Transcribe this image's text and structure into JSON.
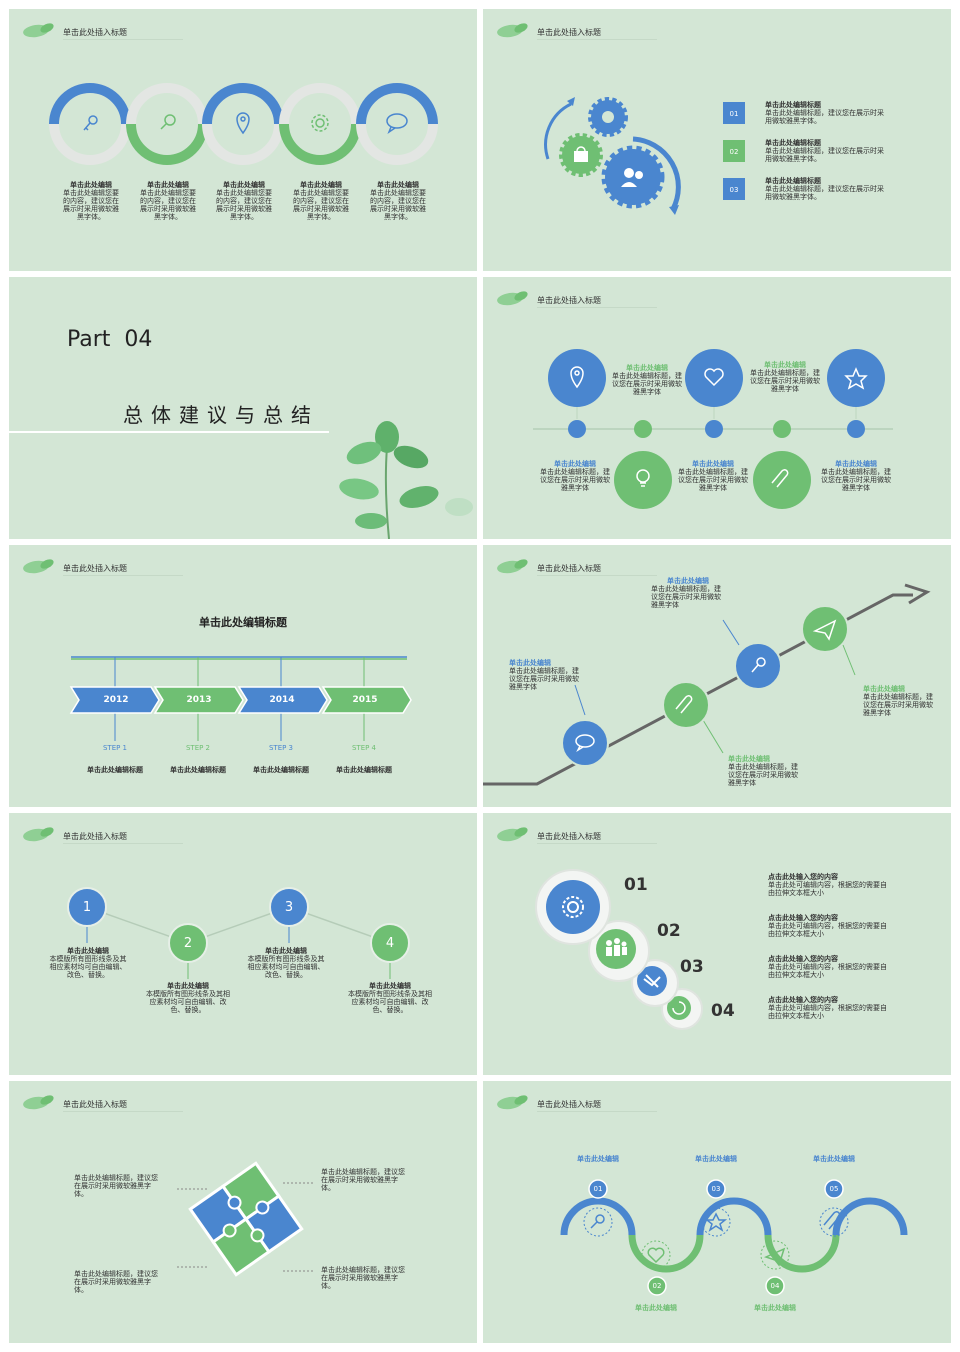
{
  "header": "单击此处插入标题",
  "s1": {
    "items": [
      {
        "title": "单击此处编辑",
        "text": "单击此处编辑您要的内容，建议您在展示时采用微软雅黑字体。"
      },
      {
        "title": "单击此处编辑",
        "text": "单击此处编辑您要的内容，建议您在展示时采用微软雅黑字体。"
      },
      {
        "title": "单击此处编辑",
        "text": "单击此处编辑您要的内容，建议您在展示时采用微软雅黑字体。"
      },
      {
        "title": "单击此处编辑",
        "text": "单击此处编辑您要的内容，建议您在展示时采用微软雅黑字体。"
      },
      {
        "title": "单击此处编辑",
        "text": "单击此处编辑您要的内容，建议您在展示时采用微软雅黑字体。"
      }
    ],
    "colors": {
      "blue": "#4a86cf",
      "green": "#6fbf73",
      "grey": "#e3e6e3"
    }
  },
  "s2": {
    "items": [
      {
        "num": "01",
        "title": "单击此处编辑标题",
        "text": "单击此处编辑标题，建议您在展示时采用微软雅黑字体。"
      },
      {
        "num": "02",
        "title": "单击此处编辑标题",
        "text": "单击此处编辑标题，建议您在展示时采用微软雅黑字体。"
      },
      {
        "num": "03",
        "title": "单击此处编辑标题",
        "text": "单击此处编辑标题，建议您在展示时采用微软雅黑字体。"
      }
    ]
  },
  "s3": {
    "part": "Part  04",
    "subtitle": "总体建议与总结"
  },
  "s4": {
    "top": [
      {
        "title": "单击此处编辑",
        "text": "单击此处编辑标题，建议您在展示时采用微软雅黑字体"
      },
      {
        "title": "单击此处编辑",
        "text": "单击此处编辑标题，建议您在展示时采用微软雅黑字体"
      }
    ],
    "bottom": [
      {
        "title": "单击此处编辑",
        "text": "单击此处编辑标题，建议您在展示时采用微软雅黑字体"
      },
      {
        "title": "单击此处编辑",
        "text": "单击此处编辑标题，建议您在展示时采用微软雅黑字体"
      },
      {
        "title": "单击此处编辑",
        "text": "单击此处编辑标题，建议您在展示时采用微软雅黑字体"
      }
    ]
  },
  "s5": {
    "title": "单击此处编辑标题",
    "years": [
      "2012",
      "2013",
      "2014",
      "2015"
    ],
    "steps": [
      "STEP 1",
      "STEP 2",
      "STEP 3",
      "STEP 4"
    ],
    "labels": [
      "单击此处编辑标题",
      "单击此处编辑标题",
      "单击此处编辑标题",
      "单击此处编辑标题"
    ]
  },
  "s6": {
    "items": [
      {
        "title": "单击此处编辑",
        "text": "单击此处编辑标题，建议您在展示时采用微软雅黑字体"
      },
      {
        "title": "单击此处编辑",
        "text": "单击此处编辑标题，建议您在展示时采用微软雅黑字体"
      },
      {
        "title": "单击此处编辑",
        "text": "单击此处编辑标题，建议您在展示时采用微软雅黑字体"
      },
      {
        "title": "单击此处编辑",
        "text": "单击此处编辑标题，建议您在展示时采用微软雅黑字体"
      }
    ]
  },
  "s7": {
    "nums": [
      "1",
      "2",
      "3",
      "4"
    ],
    "items": [
      {
        "title": "单击此处编辑",
        "text": "本模版所有图形线条及其相应素材均可自由编辑、改色、替换。"
      },
      {
        "title": "单击此处编辑",
        "text": "本模版所有图形线条及其相应素材均可自由编辑、改色、替换。"
      },
      {
        "title": "单击此处编辑",
        "text": "本模版所有图形线条及其相应素材均可自由编辑、改色、替换。"
      },
      {
        "title": "单击此处编辑",
        "text": "本模版所有图形线条及其相应素材均可自由编辑、改色、替换。"
      }
    ]
  },
  "s8": {
    "nums": [
      "01",
      "02",
      "03",
      "04"
    ],
    "items": [
      {
        "title": "点击此处输入您的内容",
        "text": "单击此处可编辑内容，根据您的需要自由拉伸文本框大小"
      },
      {
        "title": "点击此处输入您的内容",
        "text": "单击此处可编辑内容，根据您的需要自由拉伸文本框大小"
      },
      {
        "title": "点击此处输入您的内容",
        "text": "单击此处可编辑内容，根据您的需要自由拉伸文本框大小"
      },
      {
        "title": "点击此处输入您的内容",
        "text": "单击此处可编辑内容，根据您的需要自由拉伸文本框大小"
      }
    ]
  },
  "s9": {
    "texts": [
      "单击此处编辑标题，建议您在展示时采用微软雅黑字体。",
      "单击此处编辑标题，建议您在展示时采用微软雅黑字体。",
      "单击此处编辑标题，建议您在展示时采用微软雅黑字体。",
      "单击此处编辑标题，建议您在展示时采用微软雅黑字体。"
    ]
  },
  "s10": {
    "nums": [
      "01",
      "02",
      "03",
      "04",
      "05"
    ],
    "labels": [
      "单击此处编辑",
      "单击此处编辑",
      "单击此处编辑",
      "单击此处编辑",
      "单击此处编辑"
    ]
  }
}
